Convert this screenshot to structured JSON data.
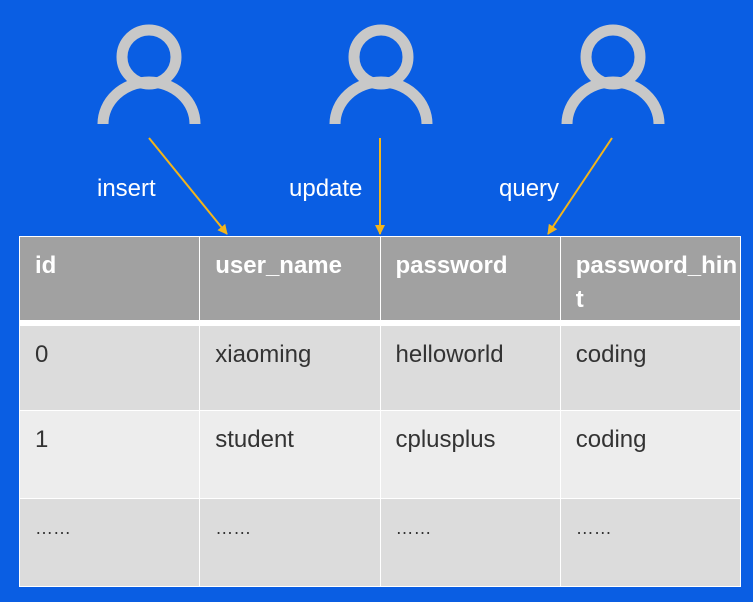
{
  "colors": {
    "background": "#0a5ee3",
    "icon": "#c8c8c8",
    "arrow": "#f3b51a",
    "header_bg": "#a1a1a1",
    "row_dark": "#dcdcdc",
    "row_light": "#ededed"
  },
  "users": [
    {
      "icon": "user-icon",
      "operation": "insert"
    },
    {
      "icon": "user-icon",
      "operation": "update"
    },
    {
      "icon": "user-icon",
      "operation": "query"
    }
  ],
  "table": {
    "headers": [
      "id",
      "user_name",
      "password",
      "password_hint"
    ],
    "rows": [
      [
        "0",
        "xiaoming",
        "helloworld",
        "coding"
      ],
      [
        "1",
        "student",
        "cplusplus",
        "coding"
      ],
      [
        "……",
        "……",
        "……",
        "……"
      ]
    ]
  }
}
